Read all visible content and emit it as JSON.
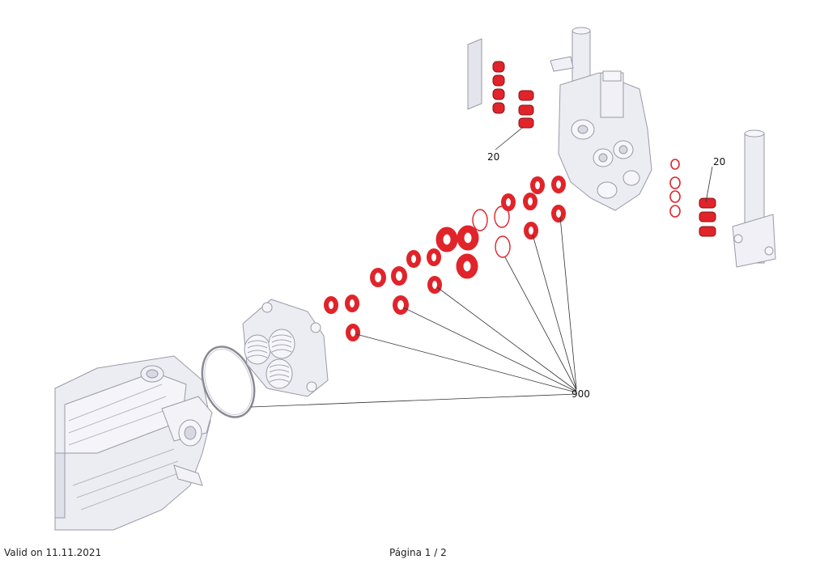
{
  "footer": {
    "valid_on": "Valid on 11.11.2021",
    "page": "Página 1 / 2"
  },
  "callouts": {
    "seal_kit_a": "20",
    "seal_kit_b": "20",
    "repair_kit": "900"
  },
  "colors": {
    "highlighted_part": "#e0242a",
    "body_part": "#e8e8f0",
    "outline": "#9a9aa6",
    "leader_line": "#333333"
  }
}
